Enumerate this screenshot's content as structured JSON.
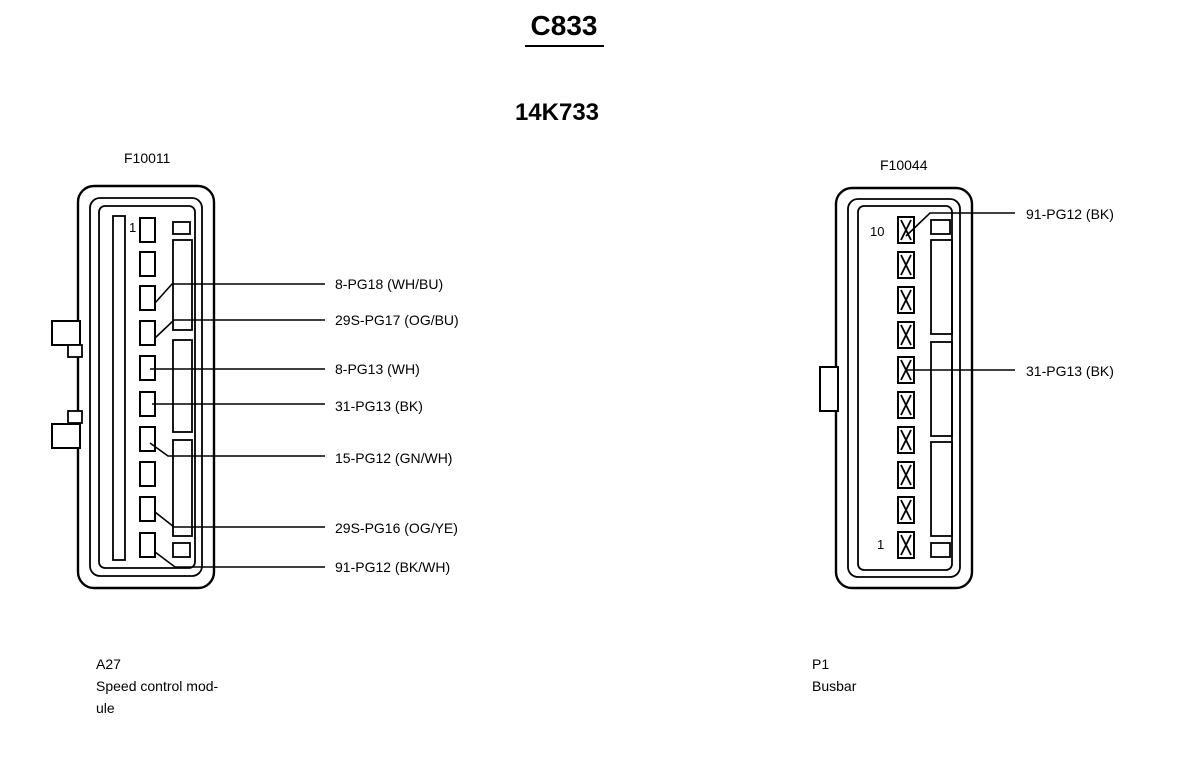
{
  "title": "C833",
  "subtitle": "14K733",
  "left_connector": {
    "part_code": "F10011",
    "pin_label": "1",
    "wires": [
      "8-PG18 (WH/BU)",
      "29S-PG17 (OG/BU)",
      "8-PG13 (WH)",
      "31-PG13 (BK)",
      "15-PG12 (GN/WH)",
      "29S-PG16 (OG/YE)",
      "91-PG12 (BK/WH)"
    ],
    "component_id": "A27",
    "component_name_line1": "Speed control mod-",
    "component_name_line2": "ule"
  },
  "right_connector": {
    "part_code": "F10044",
    "pin_top_label": "10",
    "pin_bottom_label": "1",
    "wires": [
      "91-PG12 (BK)",
      "31-PG13 (BK)"
    ],
    "component_id": "P1",
    "component_name": "Busbar"
  }
}
